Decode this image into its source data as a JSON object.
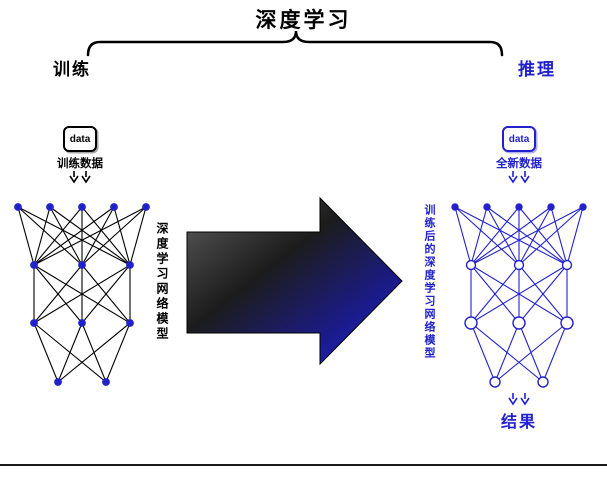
{
  "title": "深度学习",
  "sections": {
    "left": {
      "heading": "训练",
      "data_icon_label": "data",
      "data_label": "训练数据",
      "network_label": "深度学习网络模型"
    },
    "right": {
      "heading": "推理",
      "data_icon_label": "data",
      "data_label": "全新数据",
      "network_label": "训练后的深度学习网络模型",
      "result_label": "结果"
    }
  },
  "networks": {
    "left": {
      "layers": [
        5,
        3,
        3,
        2
      ],
      "node_color": "#2222cc",
      "edge_color": "#000000",
      "style": "filled"
    },
    "right": {
      "layers": [
        5,
        3,
        3,
        2
      ],
      "node_color": "#2222cc",
      "edge_color": "#2222cc",
      "style": "hollow"
    }
  },
  "colors": {
    "accent_blue": "#2222cc",
    "ink": "#000000",
    "background": "#ffffff"
  }
}
